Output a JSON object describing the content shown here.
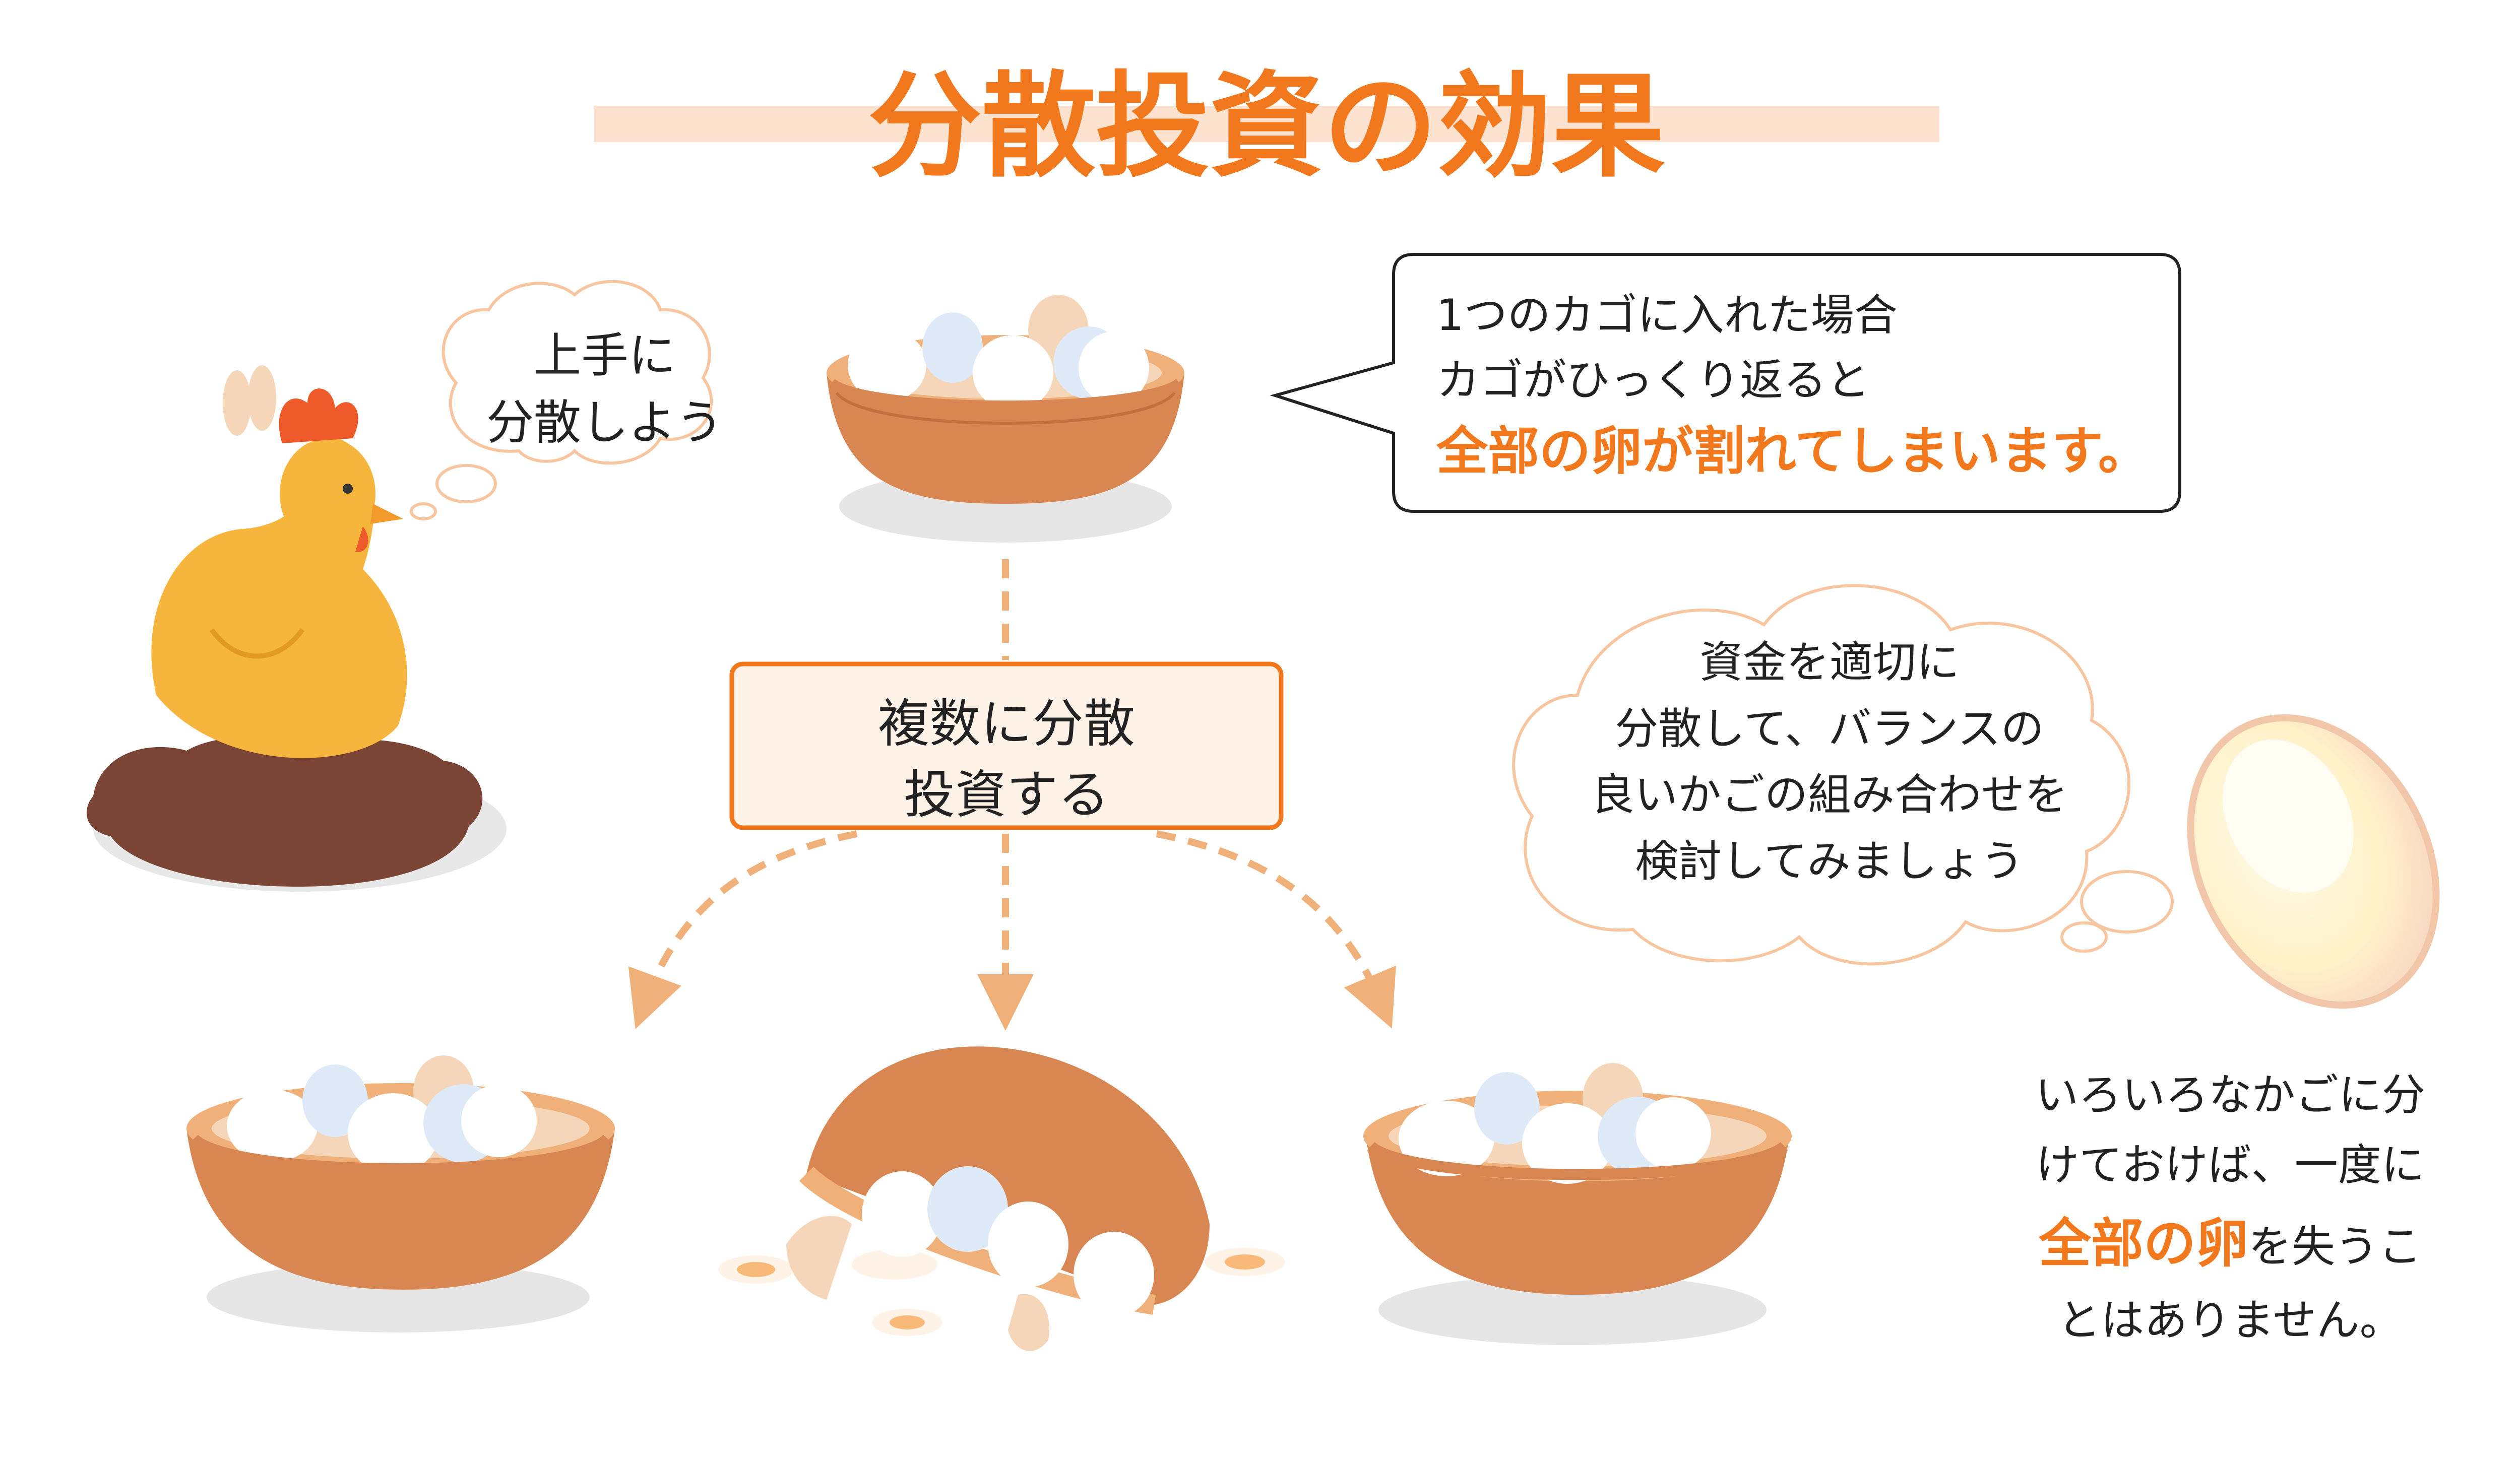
{
  "title": "分散投資の効果",
  "thought_hen": {
    "line1": "上手に",
    "line2": "分散しよう"
  },
  "speech_single_basket": {
    "line1": "1つのカゴに入れた場合",
    "line2": "カゴがひっくり返ると",
    "line3_highlight": "全部の卵が割れてしまいます。"
  },
  "strategy_box": {
    "line1": "複数に分散",
    "line2": "投資する"
  },
  "thought_advice": {
    "line1": "資金を適切に",
    "line2": "分散して、バランスの",
    "line3": "良いかごの組み合わせを",
    "line4": "検討してみましょう"
  },
  "bottom_note": {
    "line1": "いろいろなかごに分",
    "line2": "けておけば、一度に",
    "line3_highlight": "全部の卵",
    "line3_rest": "を失うこ",
    "line4": "とはありません。"
  },
  "colors": {
    "accent": "#f2781e",
    "title_band": "#fde3cf",
    "basket": "#d98752",
    "basket_rim": "#efb07a",
    "nest": "#7a4534",
    "hen": "#f6b63d",
    "comb": "#ee5a2a"
  }
}
